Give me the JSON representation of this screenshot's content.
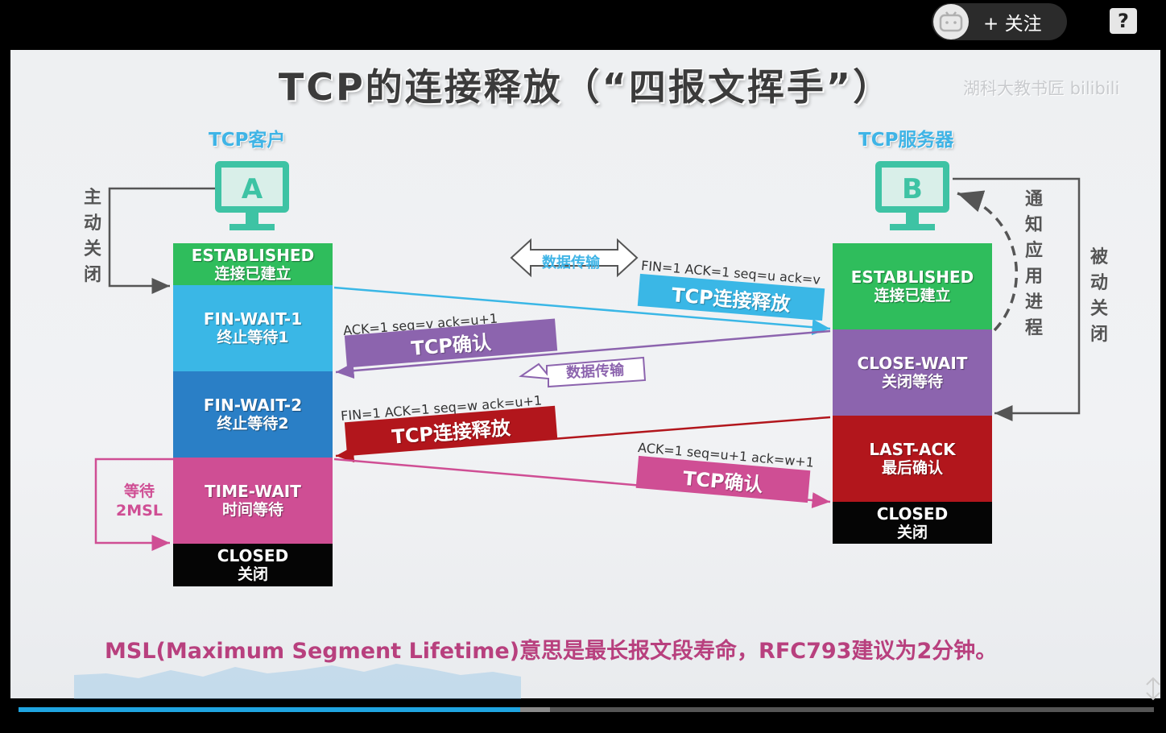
{
  "player": {
    "follow_label": "+ 关注",
    "help_label": "?"
  },
  "slide": {
    "title": "TCP的连接释放（“四报文挥手”）",
    "watermark": "湖科大教书匠 bilibili",
    "client": {
      "label": "TCP客户",
      "letter": "A",
      "states": [
        {
          "en": "ESTABLISHED",
          "cn": "连接已建立",
          "color": "#2fbd5c"
        },
        {
          "en": "FIN-WAIT-1",
          "cn": "终止等待1",
          "color": "#3ab7e6"
        },
        {
          "en": "FIN-WAIT-2",
          "cn": "终止等待2",
          "color": "#2a7fc6"
        },
        {
          "en": "TIME-WAIT",
          "cn": "时间等待",
          "color": "#cf4e94"
        },
        {
          "en": "CLOSED",
          "cn": "关闭",
          "color": "#050505"
        }
      ],
      "side_label": "主动关闭"
    },
    "server": {
      "label": "TCP服务器",
      "letter": "B",
      "states": [
        {
          "en": "ESTABLISHED",
          "cn": "连接已建立",
          "color": "#2fbd5c"
        },
        {
          "en": "CLOSE-WAIT",
          "cn": "关闭等待",
          "color": "#8c64ae"
        },
        {
          "en": "LAST-ACK",
          "cn": "最后确认",
          "color": "#b2161c"
        },
        {
          "en": "CLOSED",
          "cn": "关闭",
          "color": "#050505"
        }
      ],
      "side_label": "被动关闭",
      "notify_label": "通知应用进程"
    },
    "data_transfer_label": "数据传输",
    "data_transfer_label_2": "数据传输",
    "wait_label_1": "等待",
    "wait_label_2": "2MSL",
    "messages": [
      {
        "header": "FIN=1  ACK=1  seq=u  ack=v",
        "label": "TCP连接释放",
        "color": "#3ab7e6"
      },
      {
        "header": "ACK=1   seq=v    ack=u+1",
        "label": "TCP确认",
        "color": "#8c64ae"
      },
      {
        "header": "FIN=1  ACK=1  seq=w  ack=u+1",
        "label": "TCP连接释放",
        "color": "#b2161c"
      },
      {
        "header": "ACK=1   seq=u+1   ack=w+1",
        "label": "TCP确认",
        "color": "#cf4e94"
      }
    ],
    "note": "MSL(Maximum Segment Lifetime)意思是最长报文段寿命，RFC793建议为2分钟。"
  },
  "colors": {
    "accent": "#1fa4e0",
    "client_label": "#3fb4e6",
    "note": "#b8407e"
  }
}
